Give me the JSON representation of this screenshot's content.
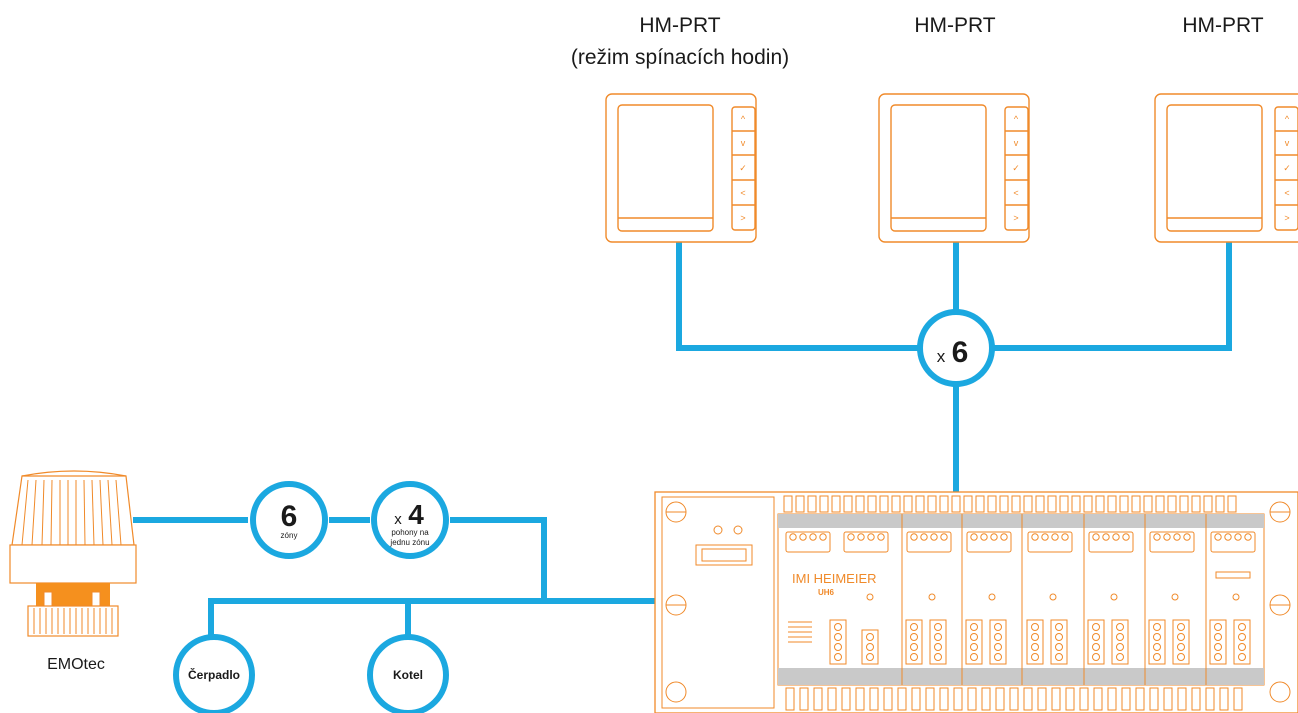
{
  "thermostats": [
    {
      "name": "HM-PRT",
      "mode": "(režim spínacích hodin)"
    },
    {
      "name": "HM-PRT"
    },
    {
      "name": "HM-PRT"
    }
  ],
  "thermostat_buttons": [
    "^",
    "v",
    "✓",
    "<",
    ">"
  ],
  "multiplier_thermostats": {
    "prefix": "x",
    "value": "6"
  },
  "zones": {
    "value": "6",
    "label": "zóny"
  },
  "actuators_per_zone": {
    "prefix": "x",
    "value": "4",
    "label_line1": "pohony na",
    "label_line2": "jednu zónu"
  },
  "pump": {
    "label": "Čerpadlo"
  },
  "boiler": {
    "label": "Kotel"
  },
  "actuator": {
    "label": "EMOtec"
  },
  "controller": {
    "brand": "IMI HEIMEIER",
    "model": "UH6"
  },
  "colors": {
    "line": "#1ba8e0",
    "device": "#f08a2a",
    "text": "#1a1a1a"
  }
}
